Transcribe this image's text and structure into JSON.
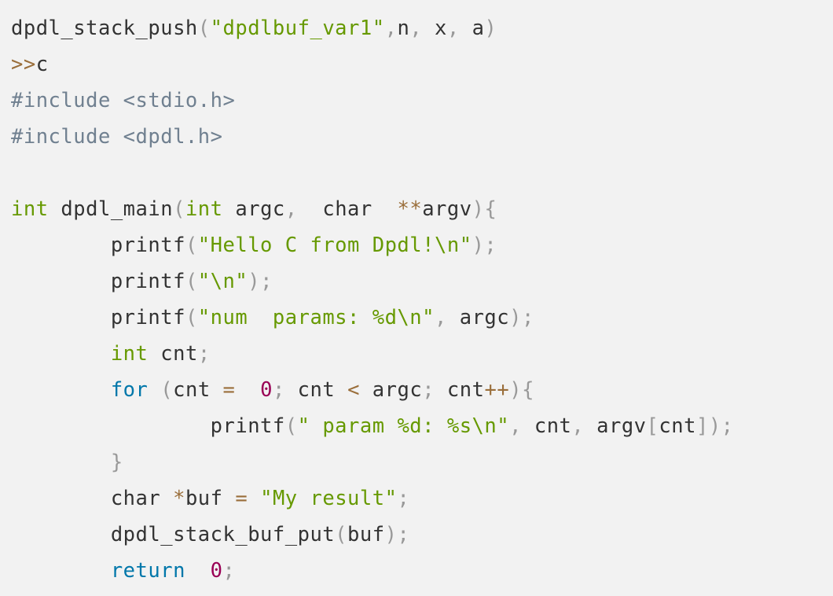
{
  "code": {
    "lines": [
      [
        {
          "text": "dpdl_stack_push",
          "kind": "plain"
        },
        {
          "text": "(",
          "kind": "punct"
        },
        {
          "text": "\"dpdlbuf_var1\"",
          "kind": "string"
        },
        {
          "text": ",",
          "kind": "punct"
        },
        {
          "text": "n",
          "kind": "plain"
        },
        {
          "text": ", ",
          "kind": "punct"
        },
        {
          "text": "x",
          "kind": "plain"
        },
        {
          "text": ", ",
          "kind": "punct"
        },
        {
          "text": "a",
          "kind": "plain"
        },
        {
          "text": ")",
          "kind": "punct"
        }
      ],
      [
        {
          "text": ">>",
          "kind": "prompt"
        },
        {
          "text": "c",
          "kind": "plain"
        }
      ],
      [
        {
          "text": "#include <stdio.h>",
          "kind": "comment"
        }
      ],
      [
        {
          "text": "#include <dpdl.h>",
          "kind": "comment"
        }
      ],
      [],
      [
        {
          "text": "int",
          "kind": "type"
        },
        {
          "text": " dpdl_main",
          "kind": "plain"
        },
        {
          "text": "(",
          "kind": "punct"
        },
        {
          "text": "int",
          "kind": "type"
        },
        {
          "text": " argc",
          "kind": "plain"
        },
        {
          "text": ",",
          "kind": "punct"
        },
        {
          "text": "  char  ",
          "kind": "plain"
        },
        {
          "text": "**",
          "kind": "operator"
        },
        {
          "text": "argv",
          "kind": "plain"
        },
        {
          "text": "){",
          "kind": "punct"
        }
      ],
      [
        {
          "text": "        printf",
          "kind": "plain"
        },
        {
          "text": "(",
          "kind": "punct"
        },
        {
          "text": "\"Hello C from Dpdl!\\n\"",
          "kind": "string"
        },
        {
          "text": ");",
          "kind": "punct"
        }
      ],
      [
        {
          "text": "        printf",
          "kind": "plain"
        },
        {
          "text": "(",
          "kind": "punct"
        },
        {
          "text": "\"\\n\"",
          "kind": "string"
        },
        {
          "text": ");",
          "kind": "punct"
        }
      ],
      [
        {
          "text": "        printf",
          "kind": "plain"
        },
        {
          "text": "(",
          "kind": "punct"
        },
        {
          "text": "\"num  params: %d\\n\"",
          "kind": "string"
        },
        {
          "text": ", ",
          "kind": "punct"
        },
        {
          "text": "argc",
          "kind": "plain"
        },
        {
          "text": ");",
          "kind": "punct"
        }
      ],
      [
        {
          "text": "        ",
          "kind": "plain"
        },
        {
          "text": "int",
          "kind": "type"
        },
        {
          "text": " cnt",
          "kind": "plain"
        },
        {
          "text": ";",
          "kind": "punct"
        }
      ],
      [
        {
          "text": "        ",
          "kind": "plain"
        },
        {
          "text": "for",
          "kind": "keyword"
        },
        {
          "text": " ",
          "kind": "plain"
        },
        {
          "text": "(",
          "kind": "punct"
        },
        {
          "text": "cnt ",
          "kind": "plain"
        },
        {
          "text": "=",
          "kind": "operator"
        },
        {
          "text": "  ",
          "kind": "plain"
        },
        {
          "text": "0",
          "kind": "number"
        },
        {
          "text": ";",
          "kind": "punct"
        },
        {
          "text": " cnt ",
          "kind": "plain"
        },
        {
          "text": "<",
          "kind": "operator"
        },
        {
          "text": " argc",
          "kind": "plain"
        },
        {
          "text": ";",
          "kind": "punct"
        },
        {
          "text": " cnt",
          "kind": "plain"
        },
        {
          "text": "++",
          "kind": "operator"
        },
        {
          "text": "){",
          "kind": "punct"
        }
      ],
      [
        {
          "text": "                printf",
          "kind": "plain"
        },
        {
          "text": "(",
          "kind": "punct"
        },
        {
          "text": "\" param %d: %s\\n\"",
          "kind": "string"
        },
        {
          "text": ", ",
          "kind": "punct"
        },
        {
          "text": "cnt",
          "kind": "plain"
        },
        {
          "text": ", ",
          "kind": "punct"
        },
        {
          "text": "argv",
          "kind": "plain"
        },
        {
          "text": "[",
          "kind": "punct"
        },
        {
          "text": "cnt",
          "kind": "plain"
        },
        {
          "text": "]);",
          "kind": "punct"
        }
      ],
      [
        {
          "text": "        ",
          "kind": "plain"
        },
        {
          "text": "}",
          "kind": "punct"
        }
      ],
      [
        {
          "text": "        char ",
          "kind": "plain"
        },
        {
          "text": "*",
          "kind": "operator"
        },
        {
          "text": "buf ",
          "kind": "plain"
        },
        {
          "text": "=",
          "kind": "operator"
        },
        {
          "text": " ",
          "kind": "plain"
        },
        {
          "text": "\"My result\"",
          "kind": "string"
        },
        {
          "text": ";",
          "kind": "punct"
        }
      ],
      [
        {
          "text": "        dpdl_stack_buf_put",
          "kind": "plain"
        },
        {
          "text": "(",
          "kind": "punct"
        },
        {
          "text": "buf",
          "kind": "plain"
        },
        {
          "text": ");",
          "kind": "punct"
        }
      ],
      [
        {
          "text": "        ",
          "kind": "plain"
        },
        {
          "text": "return",
          "kind": "keyword"
        },
        {
          "text": "  ",
          "kind": "plain"
        },
        {
          "text": "0",
          "kind": "number"
        },
        {
          "text": ";",
          "kind": "punct"
        }
      ]
    ]
  },
  "colors": {
    "background": "#f2f2f2",
    "plain": "#333333",
    "punctuation": "#999999",
    "string": "#669900",
    "operator": "#9a6e3a",
    "comment": "#708090",
    "keyword": "#0077aa",
    "number": "#990055"
  }
}
